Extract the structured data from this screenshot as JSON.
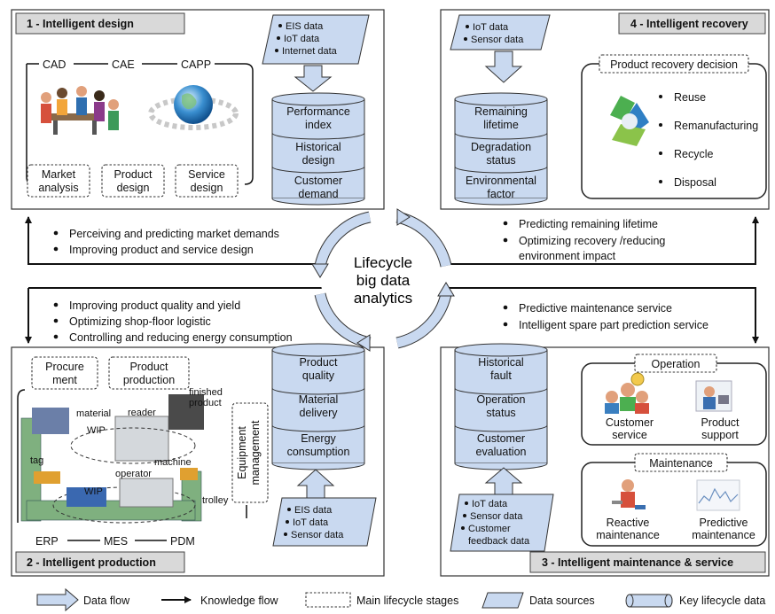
{
  "panels": {
    "design": {
      "title": "1 - Intelligent design",
      "tools": [
        "CAD",
        "CAE",
        "CAPP"
      ],
      "stages": [
        {
          "l1": "Market",
          "l2": "analysis"
        },
        {
          "l1": "Product",
          "l2": "design"
        },
        {
          "l1": "Service",
          "l2": "design"
        }
      ],
      "sources": [
        "EIS data",
        "IoT data",
        "Internet data"
      ],
      "key_data": [
        {
          "l1": "Performance",
          "l2": "index"
        },
        {
          "l1": "Historical",
          "l2": "design"
        },
        {
          "l1": "Customer",
          "l2": "demand"
        }
      ]
    },
    "recovery": {
      "title": "4 - Intelligent recovery",
      "sources": [
        "IoT data",
        "Sensor data"
      ],
      "key_data": [
        {
          "l1": "Remaining",
          "l2": "lifetime"
        },
        {
          "l1": "Degradation",
          "l2": "status"
        },
        {
          "l1": "Environmental",
          "l2": "factor"
        }
      ],
      "decision_title": "Product recovery decision",
      "options": [
        "Reuse",
        "Remanufacturing",
        "Recycle",
        "Disposal"
      ]
    },
    "production": {
      "title": "2 - Intelligent production",
      "stages": [
        {
          "l1": "Procure",
          "l2": "ment"
        },
        {
          "l1": "Product",
          "l2": "production"
        }
      ],
      "equipment": {
        "l1": "Equipment",
        "l2": "management"
      },
      "scene_labels": [
        "material",
        "reader",
        "finished",
        "product",
        "WIP",
        "machine",
        "tag",
        "operator",
        "WIP",
        "trolley"
      ],
      "systems": [
        "ERP",
        "MES",
        "PDM"
      ],
      "key_data": [
        {
          "l1": "Product",
          "l2": "quality"
        },
        {
          "l1": "Material",
          "l2": "delivery"
        },
        {
          "l1": "Energy",
          "l2": "consumption"
        }
      ],
      "sources": [
        "EIS data",
        "IoT data",
        "Sensor data"
      ]
    },
    "maintenance": {
      "title": "3 - Intelligent maintenance & service",
      "key_data": [
        {
          "l1": "Historical",
          "l2": "fault"
        },
        {
          "l1": "Operation",
          "l2": "status"
        },
        {
          "l1": "Customer",
          "l2": "evaluation"
        }
      ],
      "sources": [
        "IoT data",
        "Sensor data",
        "Customer",
        "feedback data"
      ],
      "operation": {
        "title": "Operation",
        "items": [
          {
            "l1": "Customer",
            "l2": "service"
          },
          {
            "l1": "Product",
            "l2": "support"
          }
        ]
      },
      "maintenance": {
        "title": "Maintenance",
        "items": [
          {
            "l1": "Reactive",
            "l2": "maintenance"
          },
          {
            "l1": "Predictive",
            "l2": "maintenance"
          }
        ]
      }
    }
  },
  "flows": {
    "design": [
      "Perceiving and predicting market demands",
      "Improving product and service design"
    ],
    "production": [
      "Improving product quality and yield",
      "Optimizing shop-floor logistic",
      "Controlling and reducing energy consumption"
    ],
    "recovery": [
      "Predicting remaining lifetime",
      "Optimizing recovery /reducing",
      "environment impact"
    ],
    "maintenance": [
      "Predictive maintenance service",
      "Intelligent spare part prediction service"
    ]
  },
  "center": [
    "Lifecycle",
    "big data",
    "analytics"
  ],
  "legend": [
    "Data flow",
    "Knowledge flow",
    "Main lifecycle stages",
    "Data sources",
    "Key lifecycle data"
  ],
  "colors": {
    "data_blue": "#c9d9f0",
    "header_gray": "#d9d9d9"
  }
}
